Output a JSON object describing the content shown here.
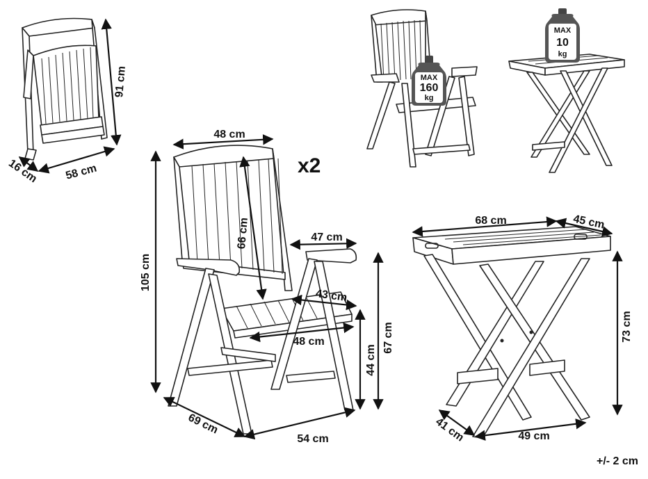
{
  "folded_chair": {
    "height": "91 cm",
    "depth": "16 cm",
    "width": "58 cm"
  },
  "chair": {
    "quantity": "x2",
    "back_width": "48 cm",
    "back_height": "66 cm",
    "total_height": "105 cm",
    "armrest_length": "47 cm",
    "seat_depth": "43 cm",
    "seat_width": "48 cm",
    "seat_height": "44 cm",
    "armrest_height": "67 cm",
    "depth": "69 cm",
    "width": "54 cm"
  },
  "chair_load": {
    "max": "MAX",
    "value": "160",
    "unit": "kg"
  },
  "table_load": {
    "max": "MAX",
    "value": "10",
    "unit": "kg"
  },
  "table": {
    "length": "68 cm",
    "width": "45 cm",
    "height": "73 cm",
    "base_depth": "41 cm",
    "base_width": "49 cm"
  },
  "tolerance": "+/- 2 cm"
}
